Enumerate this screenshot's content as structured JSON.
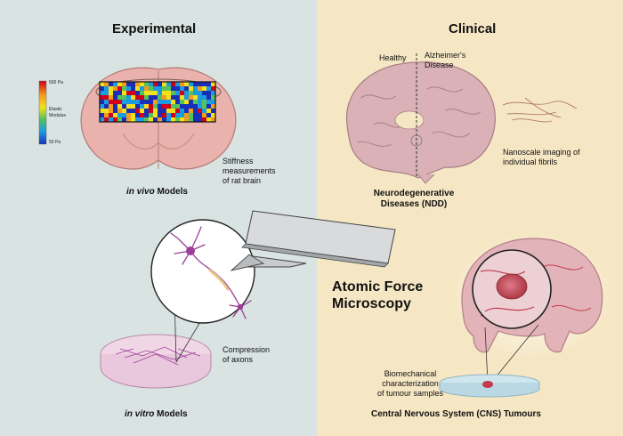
{
  "sections": {
    "experimental": {
      "title": "Experimental",
      "stiffness_caption": [
        "Stiffness",
        "measurements",
        "of rat brain"
      ],
      "invivo_label": {
        "italic": "in vivo",
        "rest": " Models"
      },
      "colorbar": {
        "max": "500 Pa",
        "mid": [
          "Elastic",
          "Modulus"
        ],
        "min": "50 Pa"
      },
      "axons_caption": [
        "Compression",
        "of axons"
      ],
      "invitro_label": {
        "italic": "in vitro",
        "rest": " Models"
      }
    },
    "clinical": {
      "title": "Clinical",
      "healthy_label": "Healthy",
      "alzheimers_label": [
        "Alzheimer's",
        "Disease"
      ],
      "nanoscale_caption": [
        "Nanoscale imaging of",
        "individual fibrils"
      ],
      "ndd_label": [
        "Neurodegenerative",
        "Diseases (NDD)"
      ],
      "biomech_caption": [
        "Biomechanical",
        "characterization",
        "of tumour samples"
      ],
      "cns_label": "Central Nervous System (CNS) Tumours"
    }
  },
  "center": {
    "afm_label": [
      "Atomic Force",
      "Microscopy"
    ]
  },
  "colors": {
    "left_bg": "#d9e3e2",
    "right_bg": "#f6e7c4",
    "brain_pink": "#e9b2ac",
    "brain_mauve": "#c89aa2",
    "neuron_purple": "#9b3f97",
    "tumour_red": "#c23b4f",
    "probe_grey": "#b9bcbf"
  }
}
